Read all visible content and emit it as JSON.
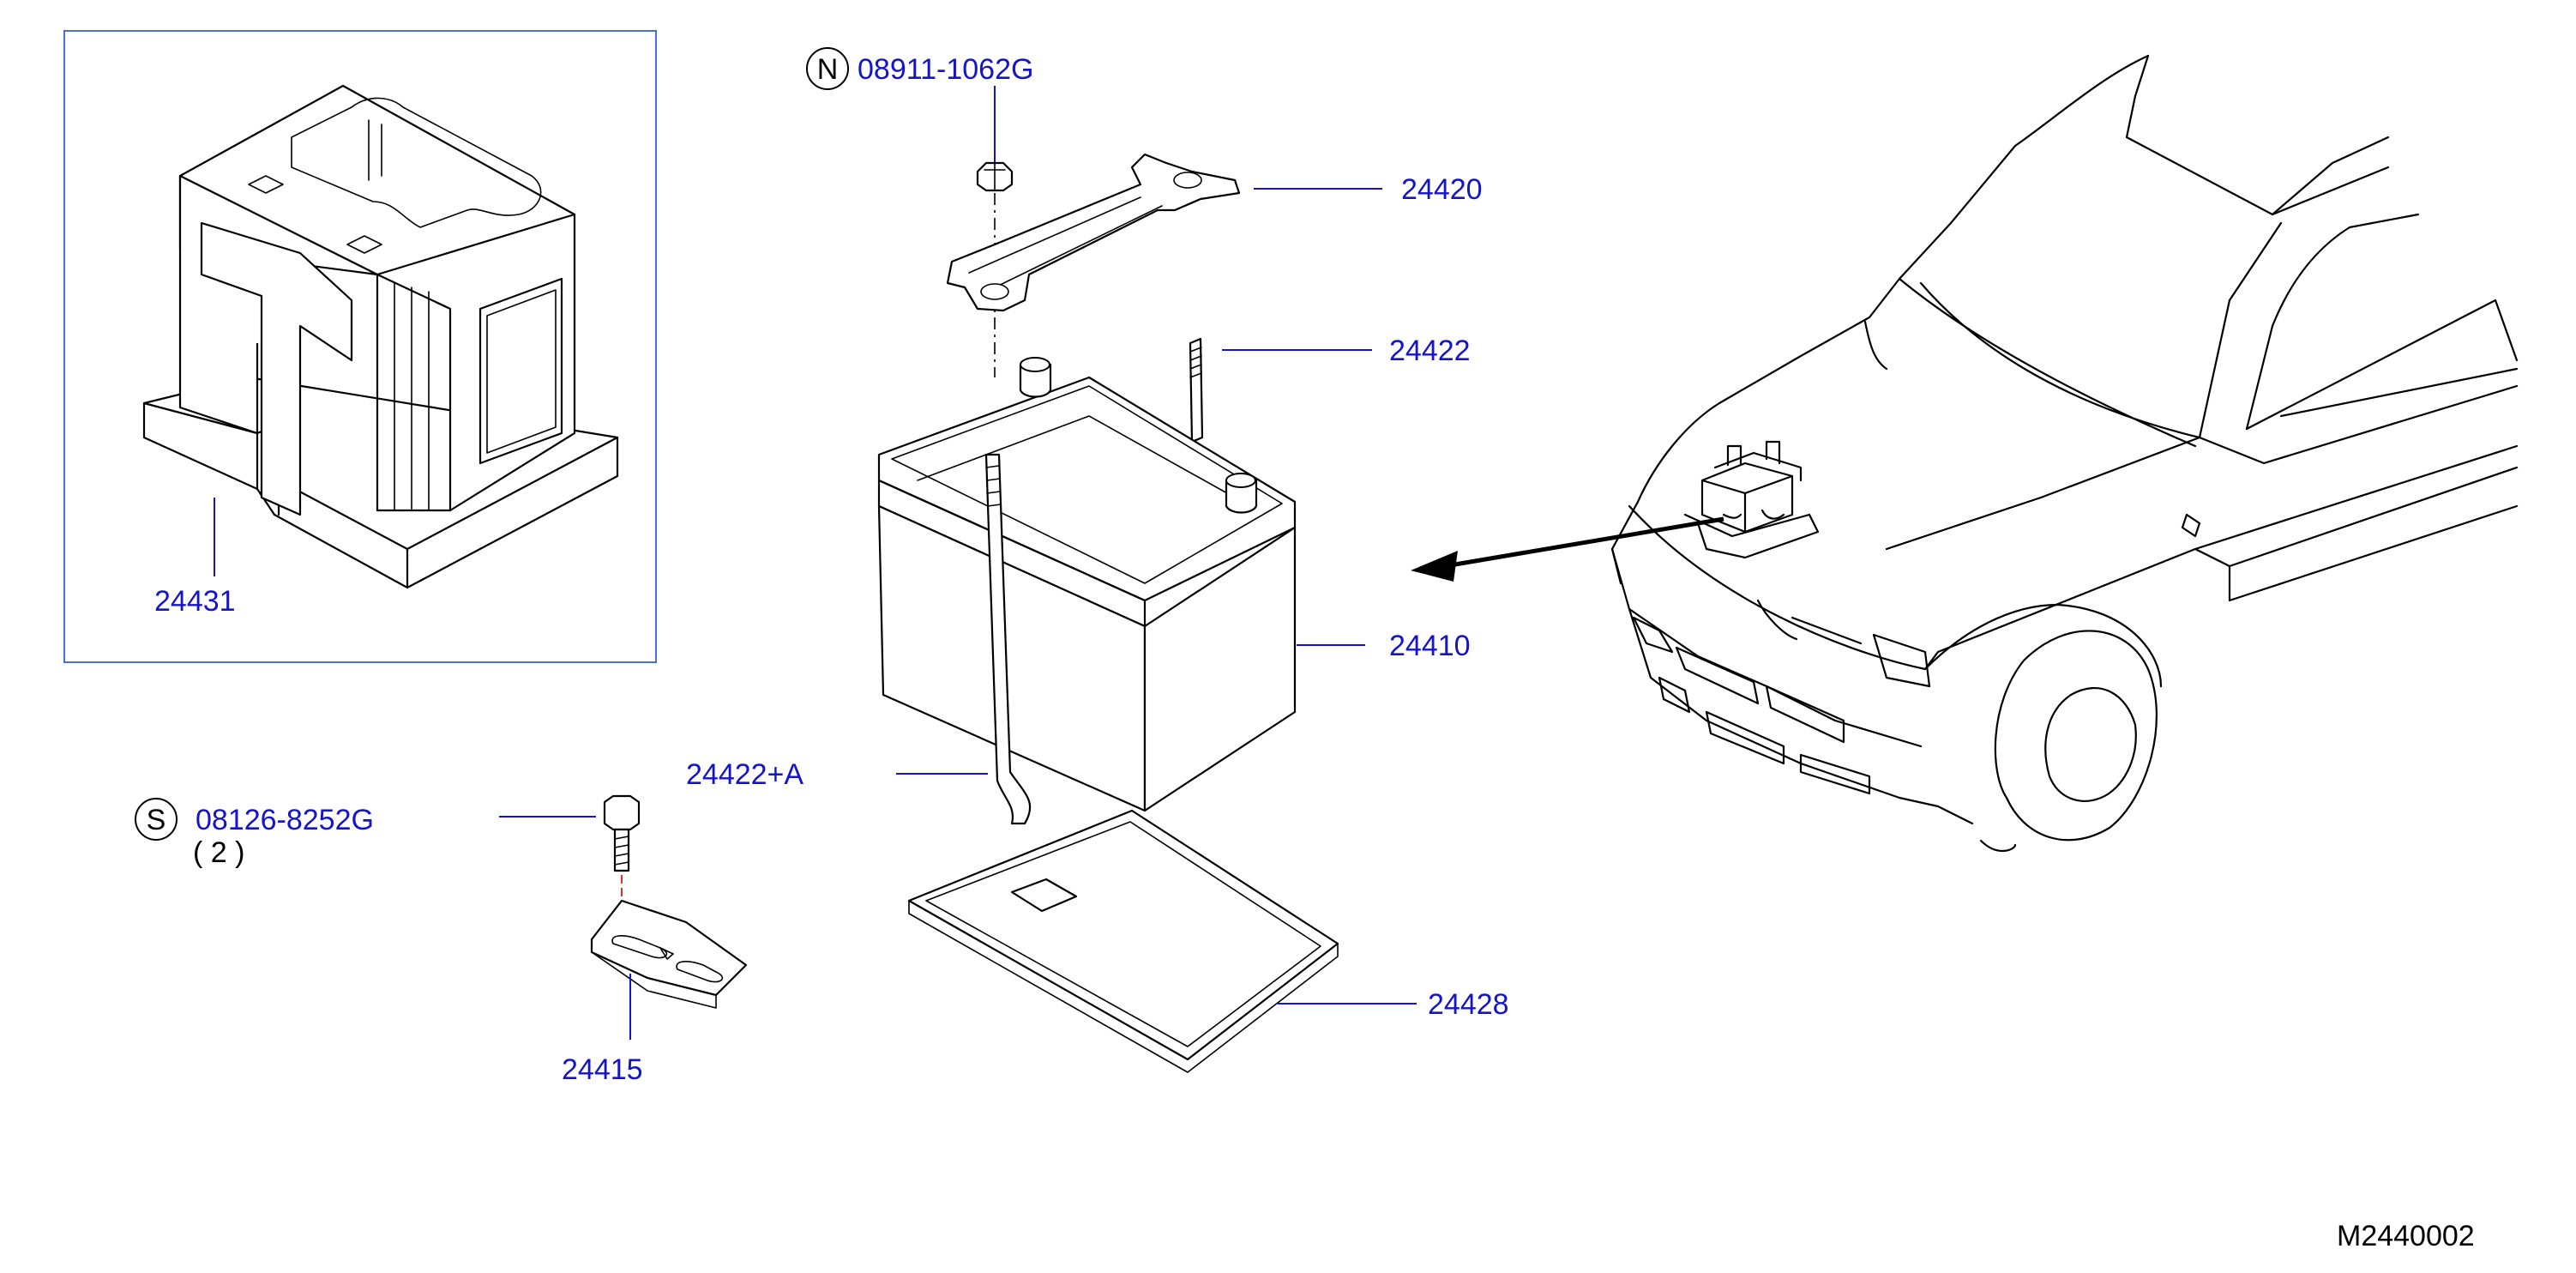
{
  "parts": {
    "p24431": "24431",
    "p24420": "24420",
    "p24422": "24422",
    "p24410": "24410",
    "p24422a": "24422+A",
    "p24415": "24415",
    "p24428": "24428"
  },
  "hardware": {
    "nut": {
      "symbol": "N",
      "part_no": "08911-1062G"
    },
    "bolt": {
      "symbol": "S",
      "part_no": "08126-8252G",
      "qty": "( 2 )"
    }
  },
  "drawing_number": "M2440002",
  "colors": {
    "label": "#1414c8",
    "line": "#000000",
    "frame": "#4a6fd0",
    "centerline": "#d00000"
  }
}
